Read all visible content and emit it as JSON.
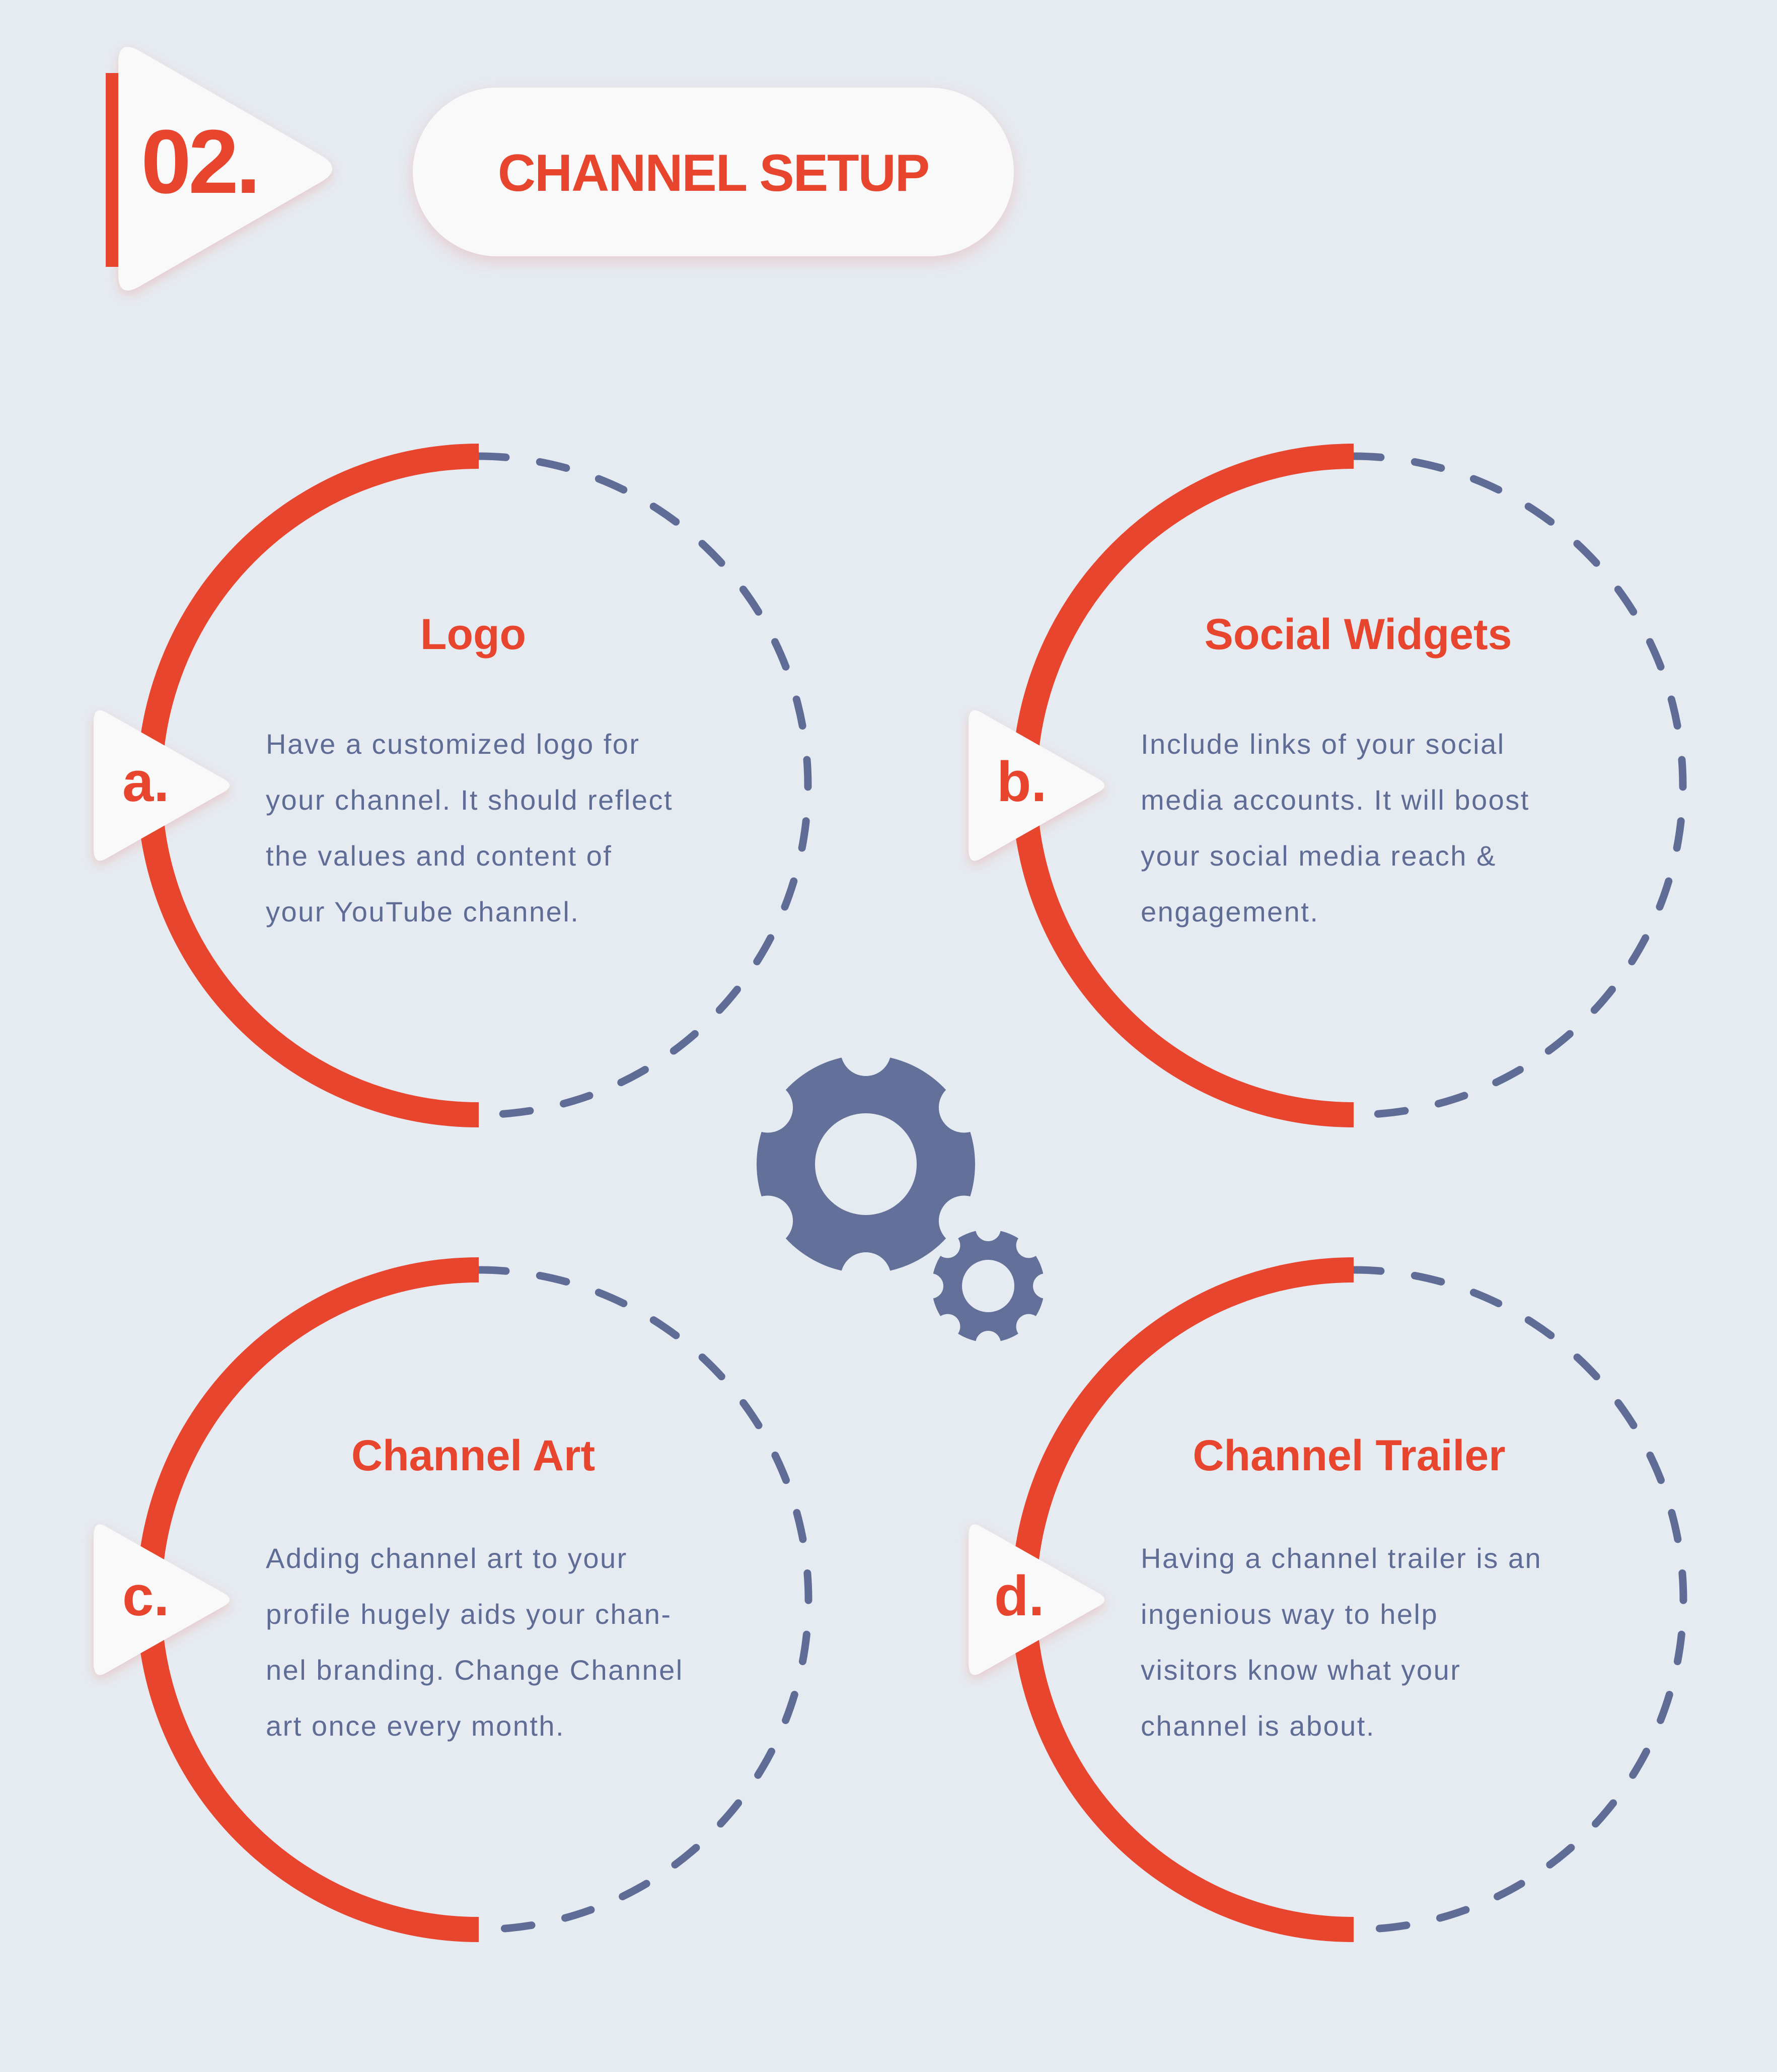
{
  "header": {
    "number": "02.",
    "title": "CHANNEL SETUP"
  },
  "cards": [
    {
      "badge": "a.",
      "title": "Logo",
      "lines": [
        "Have a customized logo for",
        "your channel. It should reflect",
        "the values and content of",
        "your YouTube channel."
      ]
    },
    {
      "badge": "b.",
      "title": "Social Widgets",
      "lines": [
        "Include links of your social",
        "media accounts. It will boost",
        "your social media reach &",
        "engagement."
      ]
    },
    {
      "badge": "c.",
      "title": "Channel Art",
      "lines": [
        "Adding channel art to your",
        "profile hugely aids your chan-",
        "nel branding. Change Channel",
        "art once every month."
      ]
    },
    {
      "badge": "d.",
      "title": "Channel Trailer",
      "lines": [
        "Having a channel trailer is an",
        "ingenious way to help",
        "visitors know what your",
        "channel is about."
      ]
    }
  ],
  "center_icon": "gears-icon",
  "colors": {
    "background": "#e6ebf2",
    "accent": "#e8452e",
    "text": "#5f6c96",
    "gear": "#62709a",
    "badge": "#f9f9fa"
  }
}
